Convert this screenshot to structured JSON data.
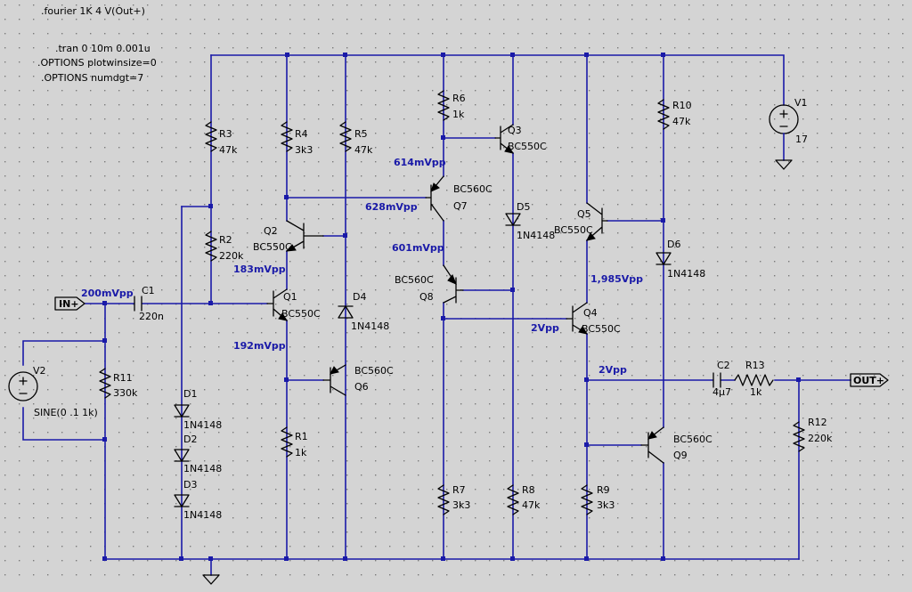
{
  "directives": {
    "fourier": ".fourier 1K 4 V(Out+)",
    "tran": ".tran 0 10m 0.001u",
    "plotwinsize": ".OPTIONS plotwinsize=0",
    "numdgt": ".OPTIONS numdgt=7"
  },
  "ports": {
    "in": "IN+",
    "out": "OUT+"
  },
  "sources": {
    "V1": {
      "name": "V1",
      "value": "17"
    },
    "V2": {
      "name": "V2",
      "value": "SINE(0 .1 1k)"
    }
  },
  "resistors": {
    "R1": {
      "name": "R1",
      "value": "1k"
    },
    "R2": {
      "name": "R2",
      "value": "220k"
    },
    "R3": {
      "name": "R3",
      "value": "47k"
    },
    "R4": {
      "name": "R4",
      "value": "3k3"
    },
    "R5": {
      "name": "R5",
      "value": "47k"
    },
    "R6": {
      "name": "R6",
      "value": "1k"
    },
    "R7": {
      "name": "R7",
      "value": "3k3"
    },
    "R8": {
      "name": "R8",
      "value": "47k"
    },
    "R9": {
      "name": "R9",
      "value": "3k3"
    },
    "R10": {
      "name": "R10",
      "value": "47k"
    },
    "R11": {
      "name": "R11",
      "value": "330k"
    },
    "R12": {
      "name": "R12",
      "value": "220k"
    },
    "R13": {
      "name": "R13",
      "value": "1k"
    }
  },
  "capacitors": {
    "C1": {
      "name": "C1",
      "value": "220n"
    },
    "C2": {
      "name": "C2",
      "value": "4μ7"
    }
  },
  "diodes": {
    "D1": {
      "name": "D1",
      "value": "1N4148"
    },
    "D2": {
      "name": "D2",
      "value": "1N4148"
    },
    "D3": {
      "name": "D3",
      "value": "1N4148"
    },
    "D4": {
      "name": "D4",
      "value": "1N4148"
    },
    "D5": {
      "name": "D5",
      "value": "1N4148"
    },
    "D6": {
      "name": "D6",
      "value": "1N4148"
    }
  },
  "transistors": {
    "Q1": {
      "name": "Q1",
      "model": "BC550C"
    },
    "Q2": {
      "name": "Q2",
      "model": "BC550C"
    },
    "Q3": {
      "name": "Q3",
      "model": "BC550C"
    },
    "Q4": {
      "name": "Q4",
      "model": "BC550C"
    },
    "Q5": {
      "name": "Q5",
      "model": "BC550C"
    },
    "Q6": {
      "name": "Q6",
      "model": "BC560C"
    },
    "Q7": {
      "name": "Q7",
      "model": "BC560C"
    },
    "Q8": {
      "name": "Q8",
      "model": "BC560C"
    },
    "Q9": {
      "name": "Q9",
      "model": "BC560C"
    }
  },
  "measurements": {
    "input": "200mVpp",
    "q2_emitter": "183mVpp",
    "q1_emitter": "192mVpp",
    "q3_base": "614mVpp",
    "q7_base": "628mVpp",
    "q8_emitter": "601mVpp",
    "q5_emitter": "1,985Vpp",
    "q4_base": "2Vpp",
    "output": "2Vpp"
  }
}
